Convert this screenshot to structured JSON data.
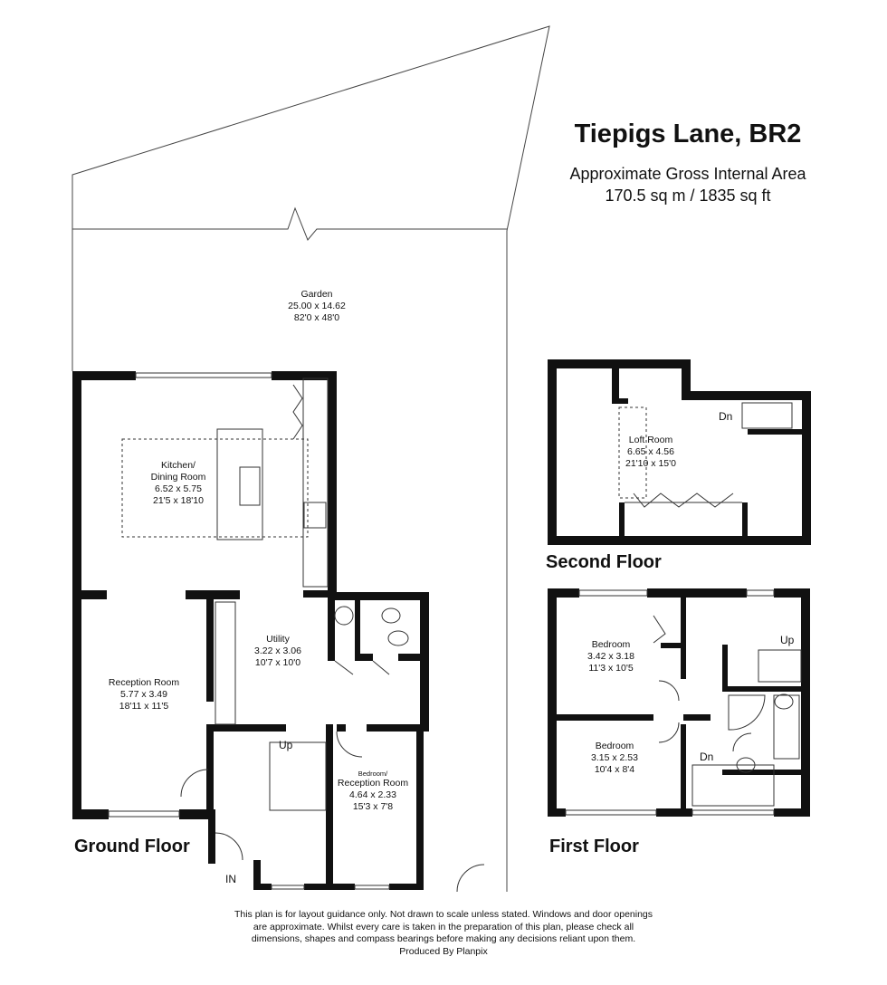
{
  "header": {
    "title": "Tiepigs Lane, BR2",
    "area_label": "Approximate Gross Internal Area",
    "area_value": "170.5 sq m / 1835 sq ft"
  },
  "floors": {
    "ground": "Ground Floor",
    "first": "First Floor",
    "second": "Second Floor"
  },
  "rooms": {
    "garden": {
      "name": "Garden",
      "metric": "25.00 x 14.62",
      "imperial": "82'0 x 48'0"
    },
    "kitchen": {
      "name1": "Kitchen/",
      "name2": "Dining Room",
      "metric": "6.52 x 5.75",
      "imperial": "21'5 x 18'10"
    },
    "reception": {
      "name": "Reception Room",
      "metric": "5.77 x 3.49",
      "imperial": "18'11 x 11'5"
    },
    "utility": {
      "name": "Utility",
      "metric": "3.22 x 3.06",
      "imperial": "10'7 x 10'0"
    },
    "reception2": {
      "small": "Bedroom/",
      "name": "Reception Room",
      "metric": "4.64 x 2.33",
      "imperial": "15'3 x 7'8"
    },
    "loft": {
      "name": "Loft Room",
      "metric": "6.65 x 4.56",
      "imperial": "21'10 x 15'0"
    },
    "bedroom1": {
      "name": "Bedroom",
      "metric": "3.42 x 3.18",
      "imperial": "11'3 x 10'5"
    },
    "bedroom2": {
      "name": "Bedroom",
      "metric": "3.15 x 2.53",
      "imperial": "10'4 x 8'4"
    }
  },
  "markers": {
    "in": "IN",
    "up_ground": "Up",
    "up_first": "Up",
    "dn_first": "Dn",
    "dn_second": "Dn"
  },
  "disclaimer": {
    "line1": "This plan is for layout guidance only. Not drawn to scale unless stated. Windows and door openings",
    "line2": "are approximate. Whilst every care is taken in the preparation of this plan, please check all",
    "line3": "dimensions, shapes and compass bearings before making any decisions reliant upon them.",
    "line4": "Produced By Planpix"
  }
}
